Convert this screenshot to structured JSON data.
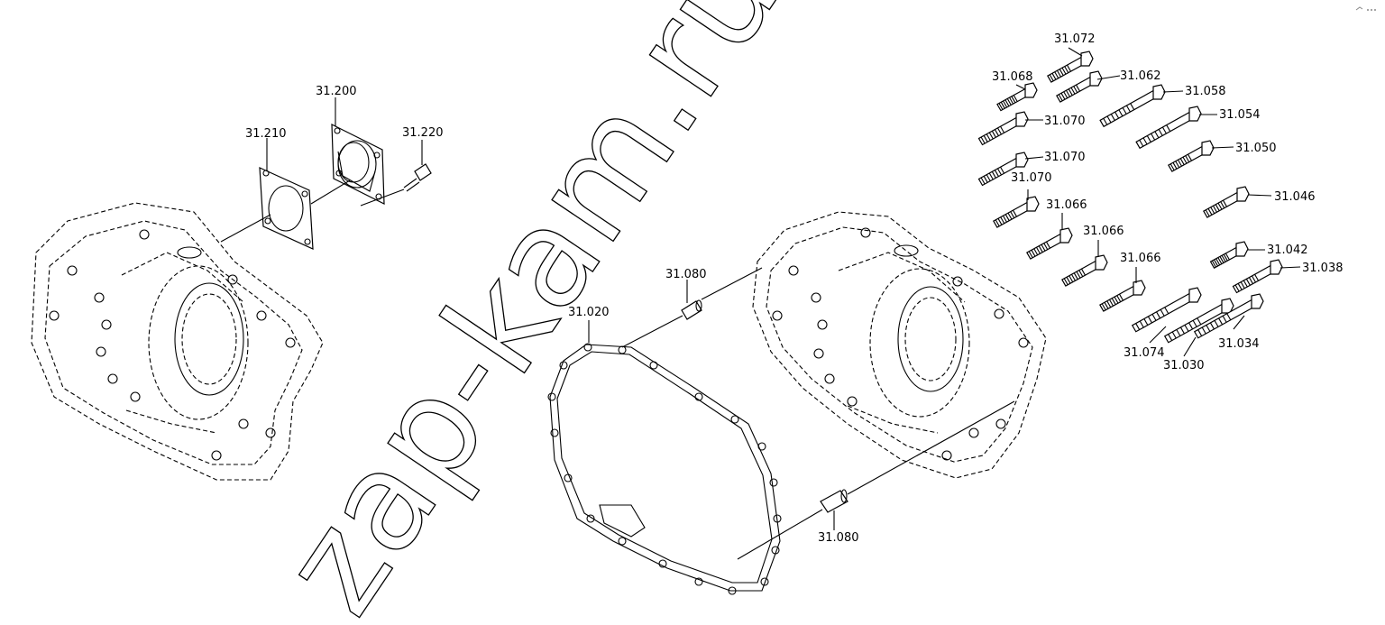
{
  "watermark": "zap-kam.ru",
  "callouts": {
    "c31210": "31.210",
    "c31200": "31.200",
    "c31220": "31.220",
    "c31080a": "31.080",
    "c31080b": "31.080",
    "c31020": "31.020",
    "c31072": "31.072",
    "c31068": "31.068",
    "c31062": "31.062",
    "c31058": "31.058",
    "c31070a": "31.070",
    "c31054": "31.054",
    "c31070b": "31.070",
    "c31050": "31.050",
    "c31070c": "31.070",
    "c31066a": "31.066",
    "c31046": "31.046",
    "c31066b": "31.066",
    "c31066c": "31.066",
    "c31042": "31.042",
    "c31038": "31.038",
    "c31074": "31.074",
    "c31030": "31.030",
    "c31034": "31.034"
  }
}
